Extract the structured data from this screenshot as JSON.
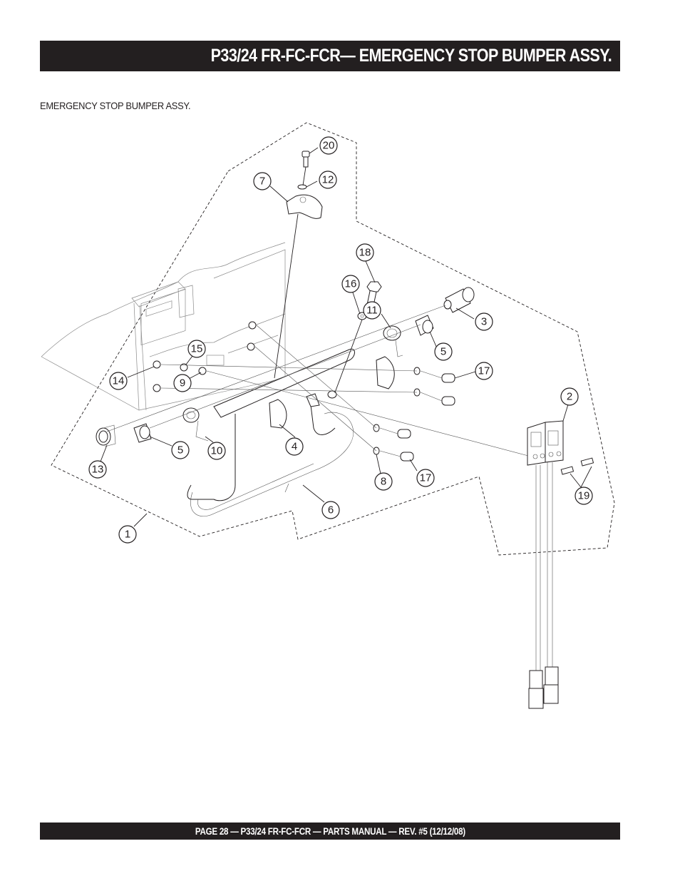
{
  "header": {
    "title": "P33/24 FR-FC-FCR— EMERGENCY STOP BUMPER ASSY."
  },
  "section": {
    "subtitle": "EMERGENCY STOP BUMPER ASSY."
  },
  "diagram": {
    "description": "Exploded view of emergency stop bumper assembly",
    "callouts": [
      {
        "id": "c1",
        "label": "1"
      },
      {
        "id": "c2",
        "label": "2"
      },
      {
        "id": "c3",
        "label": "3"
      },
      {
        "id": "c4",
        "label": "4"
      },
      {
        "id": "c5a",
        "label": "5"
      },
      {
        "id": "c5b",
        "label": "5"
      },
      {
        "id": "c6",
        "label": "6"
      },
      {
        "id": "c7",
        "label": "7"
      },
      {
        "id": "c8",
        "label": "8"
      },
      {
        "id": "c9",
        "label": "9"
      },
      {
        "id": "c10",
        "label": "10"
      },
      {
        "id": "c11",
        "label": "11"
      },
      {
        "id": "c12",
        "label": "12"
      },
      {
        "id": "c13",
        "label": "13"
      },
      {
        "id": "c14",
        "label": "14"
      },
      {
        "id": "c15",
        "label": "15"
      },
      {
        "id": "c16",
        "label": "16"
      },
      {
        "id": "c17a",
        "label": "17"
      },
      {
        "id": "c17b",
        "label": "17"
      },
      {
        "id": "c18",
        "label": "18"
      },
      {
        "id": "c19",
        "label": "19"
      },
      {
        "id": "c20",
        "label": "20"
      }
    ]
  },
  "footer": {
    "text": "PAGE 28 — P33/24 FR-FC-FCR — PARTS MANUAL — REV. #5 (12/12/08)"
  }
}
